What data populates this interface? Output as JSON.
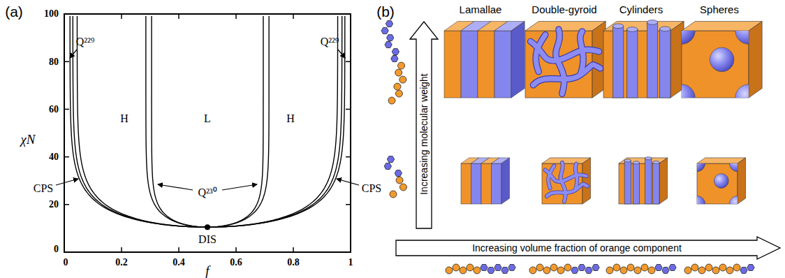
{
  "diagram": {
    "nodes": [
      {
        "text": [
          "Increasing molecular weight"
        ]
      },
      {
        "text": [
          "Increasing volume fraction of orange component"
        ]
      }
    ],
    "labels": [
      "(a)",
      "100",
      "80",
      "60",
      "40",
      "20",
      "0",
      "0",
      "0.2",
      "0.4",
      "0.6",
      "0.8",
      "1",
      "χN",
      "f",
      "Q²²⁹",
      "Q²²⁹",
      "H",
      "L",
      "H",
      "Q²³⁰",
      "CPS",
      "CPS",
      "DIS",
      "(b)",
      "Lamallae",
      "Double-gyroid",
      "Cylinders",
      "Spheres"
    ]
  }
}
